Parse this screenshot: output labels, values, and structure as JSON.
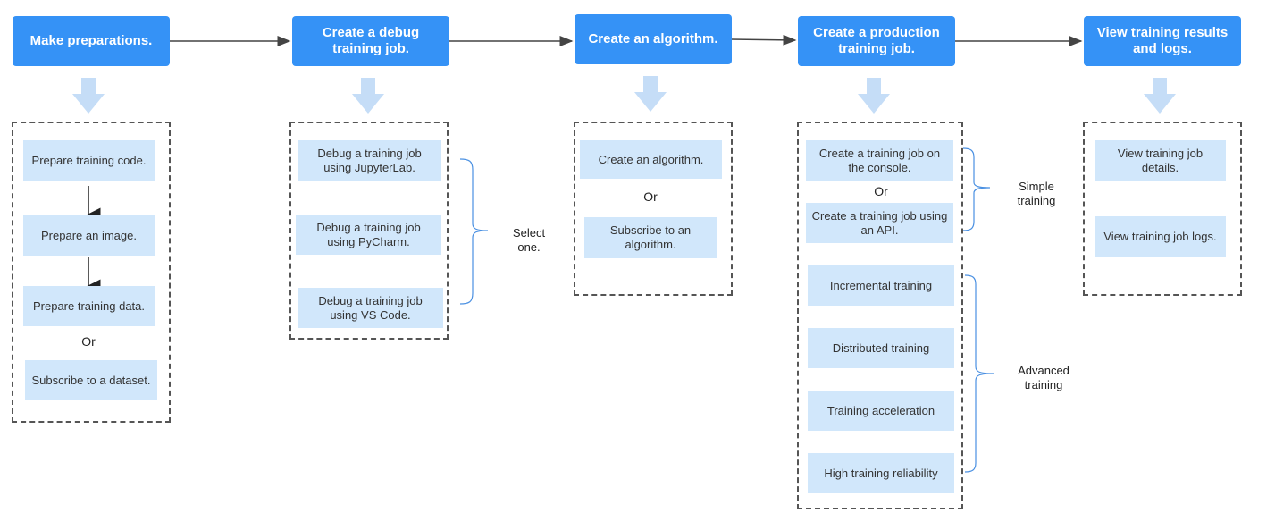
{
  "colors": {
    "header": "#3592f6",
    "item": "#d1e7fb",
    "down_arrow": "#c5ddf7",
    "bracket": "#4a90e2"
  },
  "stages": [
    {
      "title": "Make preparations.",
      "items": [
        "Prepare training code.",
        "Prepare an image.",
        "Prepare training data.",
        "Subscribe to a dataset."
      ],
      "or": "Or"
    },
    {
      "title": "Create a debug training job.",
      "items": [
        "Debug a training job using JupyterLab.",
        "Debug a training job using PyCharm.",
        "Debug a training job using VS Code."
      ],
      "note": "Select one."
    },
    {
      "title": "Create an algorithm.",
      "items": [
        "Create an algorithm.",
        "Subscribe to an algorithm."
      ],
      "or": "Or"
    },
    {
      "title": "Create a production training job.",
      "items": [
        "Create a training job on the console.",
        "Create a training job using an API.",
        "Incremental training",
        "Distributed training",
        "Training acceleration",
        "High training reliability"
      ],
      "or": "Or",
      "simple_label": "Simple training",
      "advanced_label": "Advanced training"
    },
    {
      "title": "View training results and logs.",
      "items": [
        "View training job details.",
        "View training job logs."
      ]
    }
  ]
}
